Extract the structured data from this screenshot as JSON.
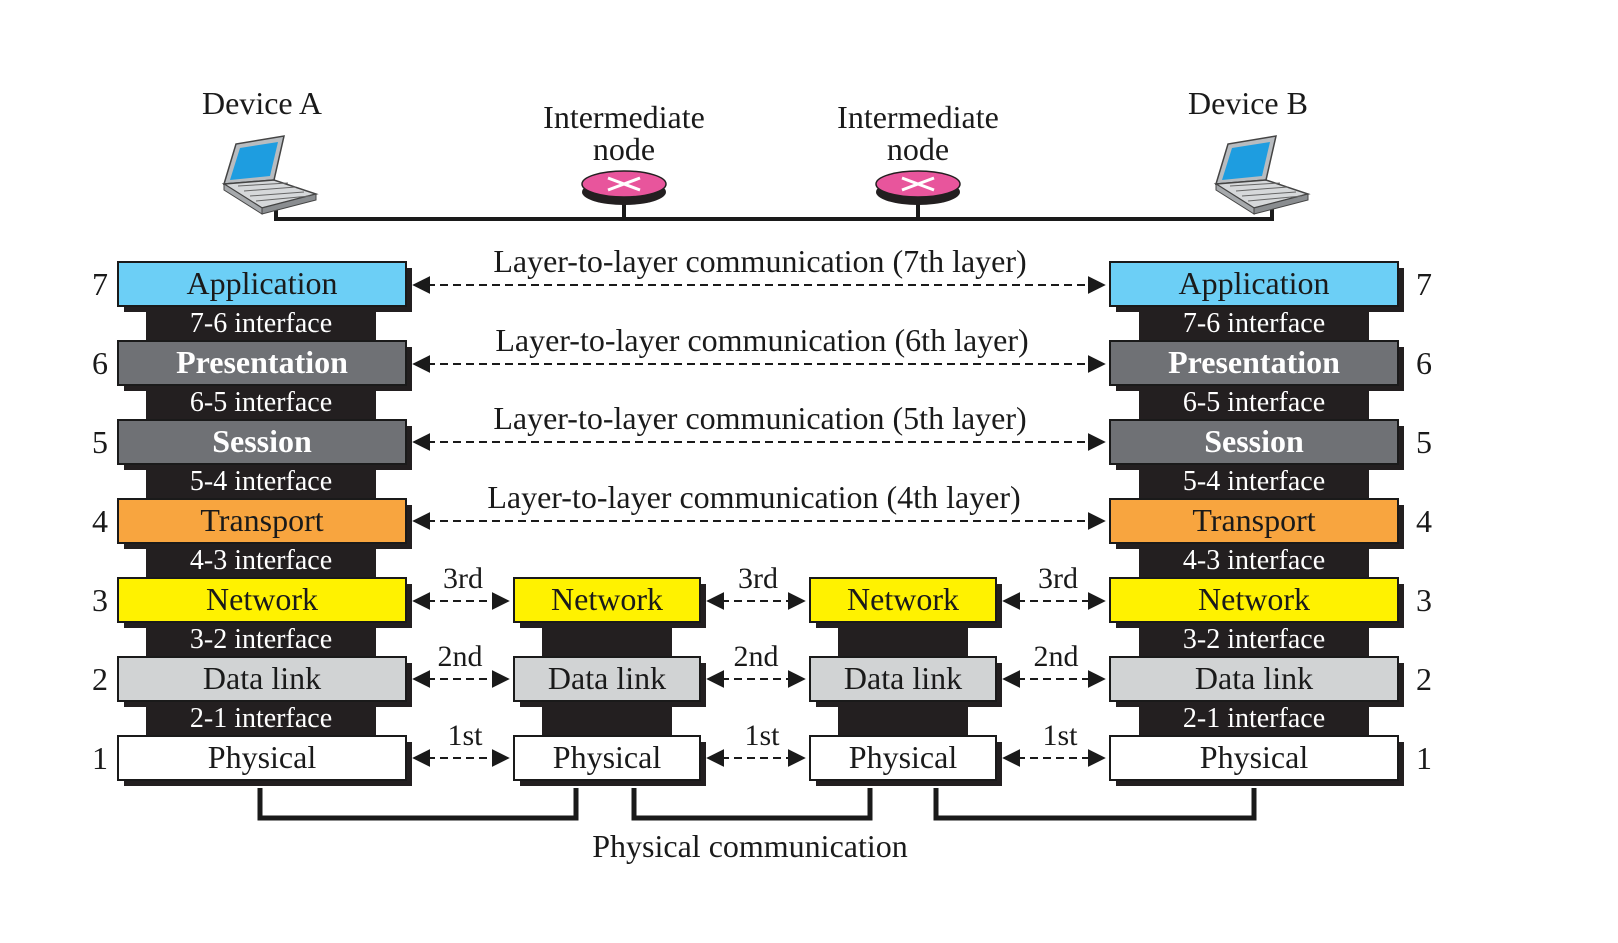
{
  "devices": {
    "a": "Device A",
    "b": "Device B",
    "node1": [
      "Intermediate",
      "node"
    ],
    "node2": [
      "Intermediate",
      "node"
    ]
  },
  "layers": [
    {
      "num": "7",
      "label": "Application",
      "color": "#6ccff6",
      "bold": false,
      "text_color": "#1a1a1a"
    },
    {
      "num": "6",
      "label": "Presentation",
      "color": "#6f7175",
      "bold": true,
      "text_color": "#ffffff"
    },
    {
      "num": "5",
      "label": "Session",
      "color": "#6f7175",
      "bold": true,
      "text_color": "#ffffff"
    },
    {
      "num": "4",
      "label": "Transport",
      "color": "#f8a53f",
      "bold": false,
      "text_color": "#1a1a1a"
    },
    {
      "num": "3",
      "label": "Network",
      "color": "#fff200",
      "bold": false,
      "text_color": "#1a1a1a"
    },
    {
      "num": "2",
      "label": "Data link",
      "color": "#d1d3d4",
      "bold": false,
      "text_color": "#1a1a1a"
    },
    {
      "num": "1",
      "label": "Physical",
      "color": "#ffffff",
      "bold": false,
      "text_color": "#1a1a1a"
    }
  ],
  "interfaces": [
    "7-6 interface",
    "6-5 interface",
    "5-4 interface",
    "4-3 interface",
    "3-2 interface",
    "2-1 interface"
  ],
  "layer_comm": [
    "Layer-to-layer communication (7th layer)",
    "Layer-to-layer communication (6th layer)",
    "Layer-to-layer communication (5th layer)",
    "Layer-to-layer communication (4th layer)"
  ],
  "hop_labels": {
    "l3": "3rd",
    "l2": "2nd",
    "l1": "1st"
  },
  "physical_communication": "Physical communication",
  "colors": {
    "interface_band": "#231f20",
    "router": "#e8559c",
    "laptop_screen": "#1e9de0"
  }
}
